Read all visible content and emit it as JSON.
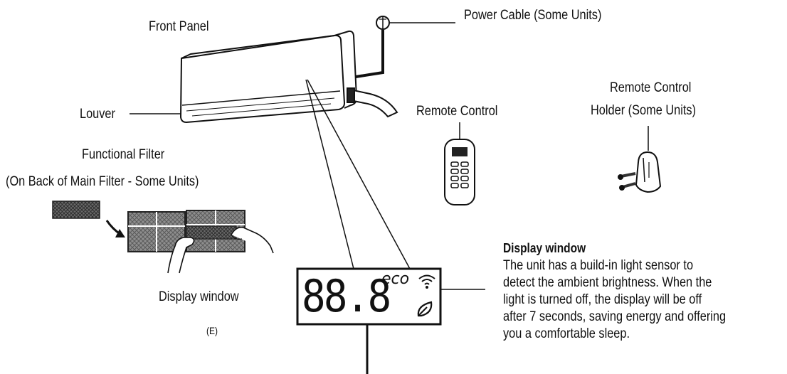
{
  "labels": {
    "front_panel": "Front Panel",
    "power_cable": "Power Cable (Some Units)",
    "louver": "Louver",
    "remote_control": "Remote Control",
    "remote_holder_line1": "Remote Control",
    "remote_holder_line2": "Holder (Some Units)",
    "functional_filter_line1": "Functional Filter",
    "functional_filter_line2": "(On Back of Main Filter - Some Units)",
    "display_window": "Display window",
    "display_variant": "(E)"
  },
  "display_panel": {
    "digits": "88.8",
    "eco": "eco",
    "wifi_icon": "wifi-icon",
    "leaf_icon": "leaf-icon"
  },
  "display_note": {
    "title": "Display window",
    "lines": [
      "The unit has a build-in light sensor to",
      "detect the ambient brightness. When the",
      "light is turned off, the display will be off",
      "after 7 seconds, saving energy and offering",
      "you a comfortable sleep."
    ]
  },
  "colors": {
    "ink": "#111111",
    "background": "#ffffff",
    "filter_gray": "#9a9a9a"
  }
}
